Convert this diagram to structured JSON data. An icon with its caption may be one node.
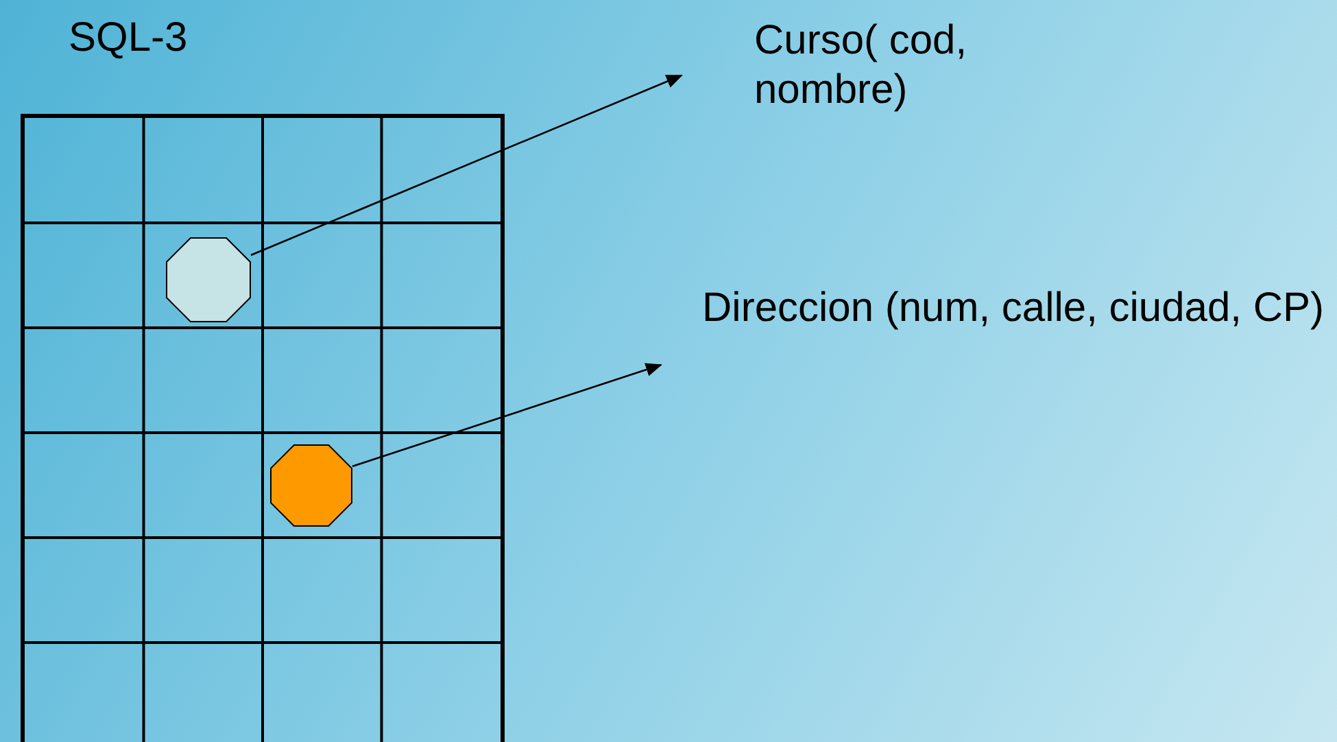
{
  "diagram": {
    "nodes": [
      {
        "text": [
          "SQL-3"
        ]
      },
      {
        "text": [],
        "shape": "octagon",
        "in": 0
      },
      {
        "text": [],
        "shape": "octagon",
        "in": 0
      },
      {
        "text": [
          "Curso( cod, nombre)"
        ]
      },
      {
        "text": [
          "Direccion (num, calle, ciudad, CP)"
        ]
      }
    ],
    "edges": [
      {
        "from": 1,
        "to": 3,
        "arrow": "to"
      },
      {
        "from": 2,
        "to": 4,
        "arrow": "to"
      }
    ]
  }
}
